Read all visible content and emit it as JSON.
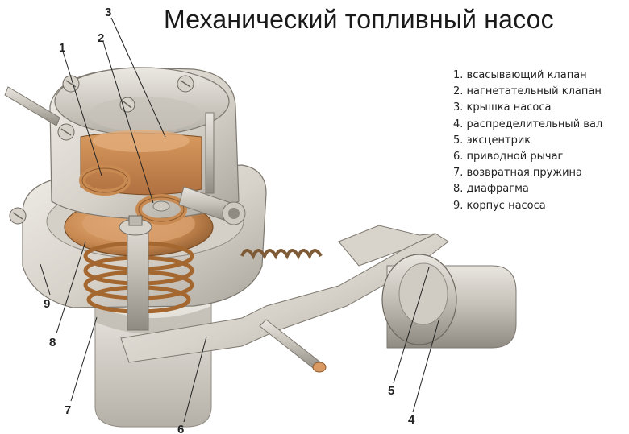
{
  "title": "Механический топливный насос",
  "legend": [
    "1. всасывающий клапан",
    "2. нагнетательный клапан",
    "3. крышка насоса",
    "4. распределительный вал",
    "5. эксцентрик",
    "6. приводной рычаг",
    "7. возвратная пружина",
    "8. диафрагма",
    "9. корпус насоса"
  ],
  "callouts": [
    "1",
    "2",
    "3",
    "4",
    "5",
    "6",
    "7",
    "8",
    "9"
  ],
  "colors": {
    "metal_light": "#e4e1db",
    "metal_mid": "#c9c5bd",
    "metal_dark": "#9c978f",
    "copper": "#c98a52",
    "copper_dark": "#8d5a2e",
    "text": "#222222"
  }
}
